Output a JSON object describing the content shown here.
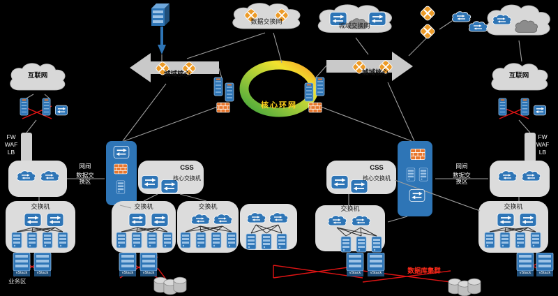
{
  "labels": {
    "cloud_a": "数据交换网",
    "cloud_b": "城域交换网",
    "metro_core": "城域核心",
    "ring": "核心环网",
    "internet": "互联网",
    "fw": "FW",
    "waf": "WAF",
    "lb": "LB",
    "gateway": "网闸",
    "exchange": "数据交换区",
    "css": "CSS",
    "core_switch": "核心交换机",
    "switch": "交换机",
    "vstack": "vStack",
    "business": "业务区",
    "db_cluster": "数据库集群"
  },
  "colors": {
    "background": "#000000",
    "zone_gray": "#DCDCDC",
    "device_blue": "#2E75B6",
    "router_orange": "#EC9B28",
    "firewall_orange": "#E8762C",
    "ring_green": "#3FA33C",
    "ring_yellow": "#F2E22E",
    "alert_red": "#E01414",
    "label_yellow": "#FFD21E"
  }
}
